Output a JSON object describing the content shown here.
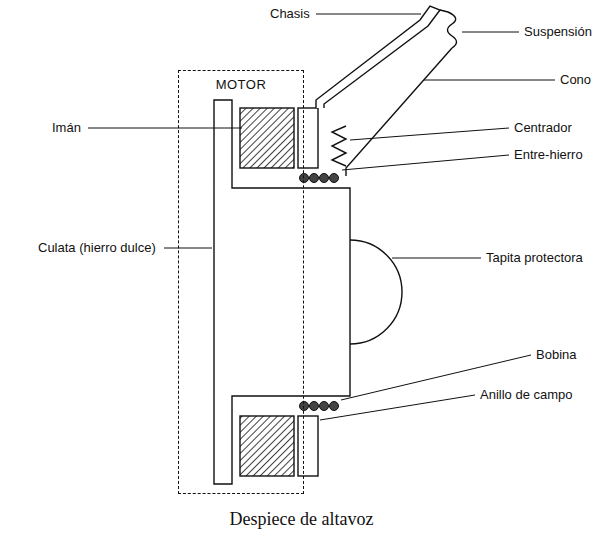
{
  "diagram": {
    "caption": "Despiece de altavoz",
    "nodes": [
      {
        "text": [
          "MOTOR"
        ]
      }
    ],
    "labels": [
      "Chasis",
      "Suspensión",
      "Cono",
      "Imán",
      "Centrador",
      "Entre-hierro",
      "Culata (hierro dulce)",
      "Tapita protectora",
      "Bobina",
      "Anillo de campo"
    ]
  }
}
